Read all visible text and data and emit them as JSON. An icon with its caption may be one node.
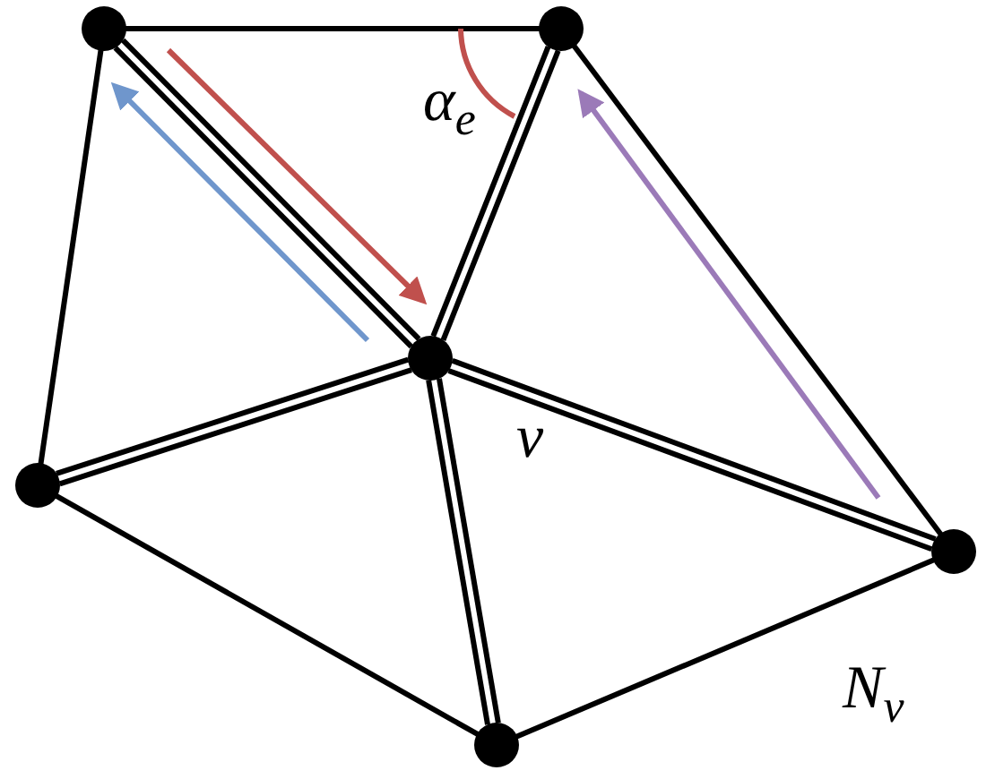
{
  "diagram": {
    "nodes": [
      {
        "text": [],
        "shape": "circle"
      },
      {
        "text": [],
        "shape": "circle"
      },
      {
        "text": [],
        "shape": "circle"
      },
      {
        "text": [],
        "shape": "circle"
      },
      {
        "text": [],
        "shape": "circle"
      },
      {
        "text": [],
        "shape": "circle"
      }
    ],
    "edges": [
      {
        "from": 0,
        "to": 1,
        "arrow": "none"
      },
      {
        "from": 0,
        "to": 2,
        "arrow": "none",
        "style": "thick"
      },
      {
        "from": 1,
        "to": 2,
        "arrow": "none",
        "style": "thick"
      },
      {
        "from": 0,
        "to": 3,
        "arrow": "none"
      },
      {
        "from": 1,
        "to": 4,
        "arrow": "none"
      },
      {
        "from": 3,
        "to": 2,
        "arrow": "none",
        "style": "thick"
      },
      {
        "from": 2,
        "to": 4,
        "arrow": "none",
        "style": "thick"
      },
      {
        "from": 2,
        "to": 5,
        "arrow": "none",
        "style": "thick"
      },
      {
        "from": 3,
        "to": 5,
        "arrow": "none"
      },
      {
        "from": 5,
        "to": 4,
        "arrow": "none"
      }
    ],
    "labels": [
      "α$_{e}$",
      "v",
      "N$_{v}$"
    ]
  }
}
